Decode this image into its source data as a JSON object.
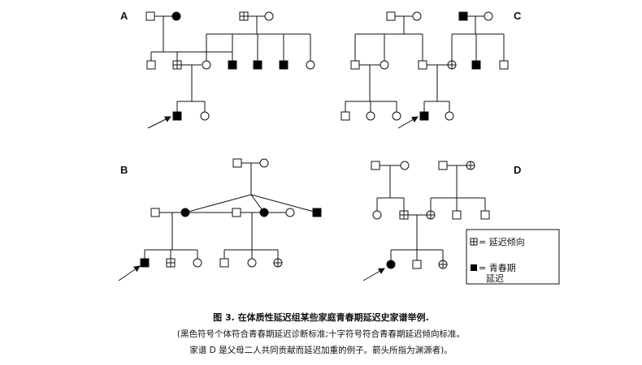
{
  "panels": {
    "a": "A",
    "b": "B",
    "c": "C",
    "d": "D"
  },
  "legend": {
    "delay_tendency": "= 延迟倾向",
    "puberty_delay_line1": "= 青春期",
    "puberty_delay_line2": "延迟"
  },
  "caption": {
    "line1": "图 3.  在体质性延迟组某些家庭青春期延迟史家谱举例.",
    "line2": "(黑色符号个体符合青春期延迟诊断标准;十字符号符合青春期延迟倾向标准。",
    "line3": "家谱 D 是父母二人共同贡献而延迟加重的例子。箭头所指为渊源者)。"
  },
  "colors": {
    "stroke": "#111111",
    "affected": "#000000",
    "unaffected": "#ffffff"
  }
}
